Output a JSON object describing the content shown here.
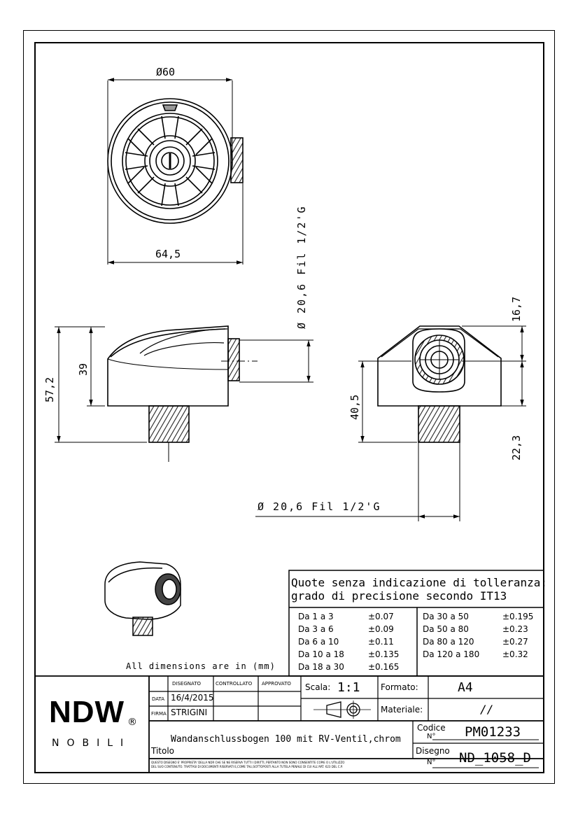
{
  "drawing": {
    "dimensions": {
      "dia_60": "Ø60",
      "width_64_5": "64,5",
      "thread_vertical": "Ø 20,6 Fil 1/2'G",
      "height_57_2": "57,2",
      "height_39": "39",
      "height_40_5": "40,5",
      "height_16_7": "16,7",
      "height_22_3": "22,3",
      "thread_horizontal": "Ø 20,6 Fil 1/2'G"
    },
    "units_note": "All dimensions are in (mm)"
  },
  "tolerance": {
    "title_line1": "Quote senza indicazione di tolleranza:",
    "title_line2": "grado di precisione secondo IT13",
    "rows_left": [
      {
        "range": "Da 1 a 3",
        "tol": "±0.07"
      },
      {
        "range": "Da 3 a 6",
        "tol": "±0.09"
      },
      {
        "range": "Da 6 a 10",
        "tol": "±0.11"
      },
      {
        "range": "Da 10 a 18",
        "tol": "±0.135"
      },
      {
        "range": "Da 18 a 30",
        "tol": "±0.165"
      }
    ],
    "rows_right": [
      {
        "range": "Da 30 a 50",
        "tol": "±0.195"
      },
      {
        "range": "Da 50 a 80",
        "tol": "±0.23"
      },
      {
        "range": "Da 80 a 120",
        "tol": "±0.27"
      },
      {
        "range": "Da 120 a 180",
        "tol": "±0.32"
      }
    ]
  },
  "titleblock": {
    "logo": "NDW",
    "logo_reg": "®",
    "brand": "NOBILI",
    "col_disegnato": "DISEGNATO",
    "col_controllato": "CONTROLLATO",
    "col_approvato": "APPROVATO",
    "row_data": "DATA",
    "row_firma": "FIRMA",
    "date_value": "16/4/2015",
    "firma_value": "STRIGINI",
    "scala_label": "Scala:",
    "scala_value": "1:1",
    "formato_label": "Formato:",
    "formato_value": "A4",
    "materiale_label": "Materiale:",
    "materiale_value": "//",
    "codice_label": "Codice",
    "codice_n": "N°",
    "codice_value": "PM01233",
    "disegno_label": "Disegno",
    "disegno_n": "N°",
    "disegno_value": "ND_1058_D",
    "titolo_label": "Titolo",
    "titolo_value": "Wandanschlussbogen 100 mit RV-Ventil,chrom",
    "disclaimer_line1": "QUESTO DISEGNO E' PROPRIETA' DELLA NDR CHE SE NE RISERVA TUTTI I DIRITTI, PERTANTO NON SONO CONSENTITE COPIE O L'UTILIZZO",
    "disclaimer_line2": "DEL SUO CONTENUTO. TRATTASI DI DOCUMENTI RISERVATI E,COME TALI,SOTTOPOSTI ALLA TUTELA PENALE DI CUI ALL'ART. 623 DEL C.P."
  },
  "colors": {
    "ink": "#000000",
    "paper": "#ffffff",
    "hatch": "#333333"
  }
}
